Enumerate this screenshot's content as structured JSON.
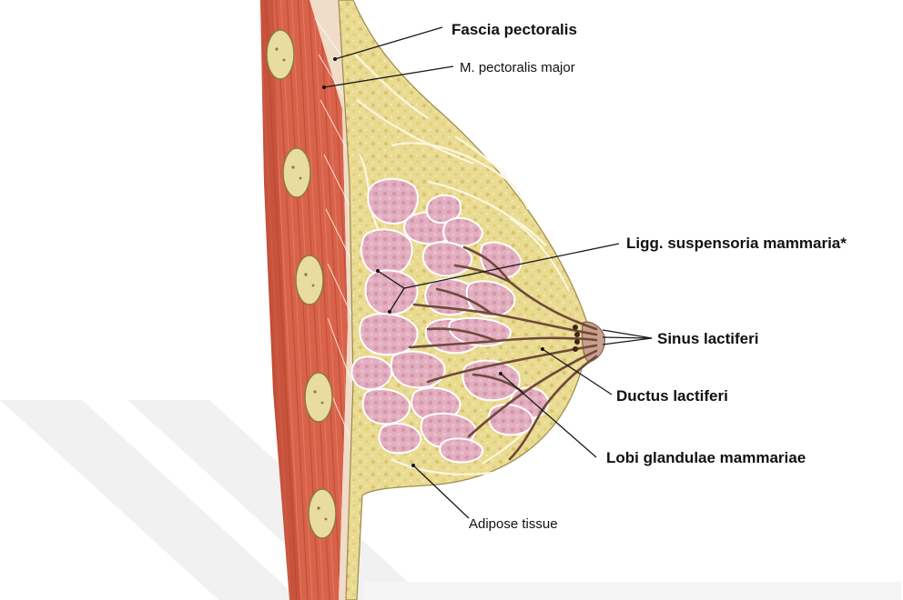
{
  "labels": {
    "fascia_pectoralis": "Fascia pectoralis",
    "pectoralis_major": "M. pectoralis major",
    "ligg_suspensoria": "Ligg. suspensoria mammaria*",
    "sinus_lactiferi": "Sinus lactiferi",
    "ductus_lactiferi": "Ductus lactiferi",
    "lobi_glandulae": "Lobi glandulae mammariae",
    "adipose_tissue": "Adipose tissue"
  },
  "colors": {
    "muscle": "#d9624a",
    "muscle_dark": "#b8432f",
    "fascia": "#f0dcc8",
    "fat": "#eadb92",
    "fat_septa": "#fbf6de",
    "lobule": "#e3aebf",
    "lobule_dark": "#c4889e",
    "duct": "#6e4a3a",
    "rib": "#e8dca0",
    "watermark": "#f1f1f1"
  },
  "icons": {
    "watermark": "watermark-chevron-icon",
    "rib": "rib-cross-section-icon"
  }
}
